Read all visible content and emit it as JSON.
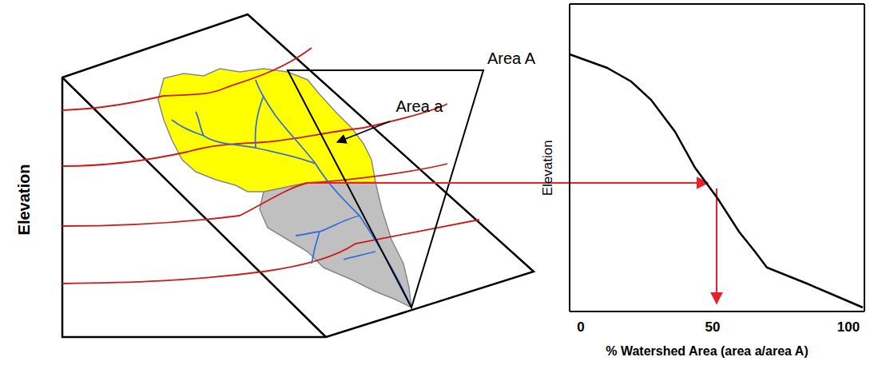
{
  "diagram": {
    "labels": [
      "Elevation",
      "Area A",
      "Area a",
      "Elevation",
      "0",
      "50",
      "100",
      "% Watershed Area (area a/area A)"
    ]
  }
}
